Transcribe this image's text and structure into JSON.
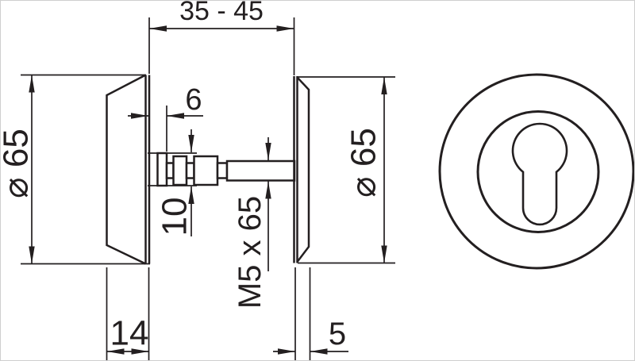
{
  "drawing": {
    "description": "technical drawing of key rosette pair with connecting screw and front view with euro profile keyhole",
    "colors": {
      "line": "#231f20",
      "background": "#ffffff"
    },
    "dimensions": {
      "grip_range": "35 - 45",
      "hub_offset": "6",
      "diameter_left": "⌀ 65",
      "hub_diameter": "10",
      "screw_spec": "M5 x 65",
      "depth_left": "14",
      "depth_right": "5",
      "diameter_right": "⌀ 65"
    }
  }
}
